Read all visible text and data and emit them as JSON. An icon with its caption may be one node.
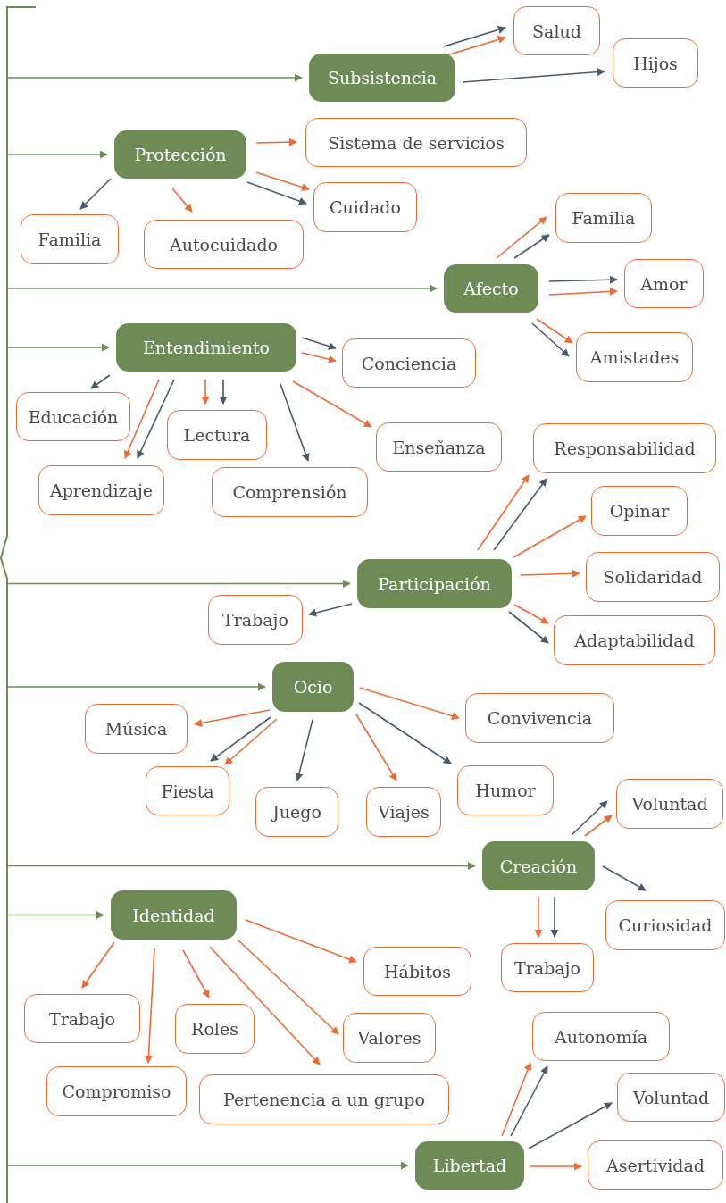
{
  "diagram": {
    "nodes": [
      {
        "text": [
          "Subsistencia"
        ]
      },
      {
        "text": [
          "Salud"
        ]
      },
      {
        "text": [
          "Hijos"
        ]
      },
      {
        "text": [
          "Protección"
        ]
      },
      {
        "text": [
          "Sistema de servicios"
        ]
      },
      {
        "text": [
          "Cuidado"
        ]
      },
      {
        "text": [
          "Familia"
        ]
      },
      {
        "text": [
          "Autocuidado"
        ]
      },
      {
        "text": [
          "Afecto"
        ]
      },
      {
        "text": [
          "Familia"
        ]
      },
      {
        "text": [
          "Amor"
        ]
      },
      {
        "text": [
          "Amistades"
        ]
      },
      {
        "text": [
          "Entendimiento"
        ]
      },
      {
        "text": [
          "Conciencia"
        ]
      },
      {
        "text": [
          "Educación"
        ]
      },
      {
        "text": [
          "Lectura"
        ]
      },
      {
        "text": [
          "Enseñanza"
        ]
      },
      {
        "text": [
          "Aprendizaje"
        ]
      },
      {
        "text": [
          "Comprensión"
        ]
      },
      {
        "text": [
          "Responsabilidad"
        ]
      },
      {
        "text": [
          "Opinar"
        ]
      },
      {
        "text": [
          "Participación"
        ]
      },
      {
        "text": [
          "Solidaridad"
        ]
      },
      {
        "text": [
          "Trabajo"
        ]
      },
      {
        "text": [
          "Adaptabilidad"
        ]
      },
      {
        "text": [
          "Ocio"
        ]
      },
      {
        "text": [
          "Convivencia"
        ]
      },
      {
        "text": [
          "Música"
        ]
      },
      {
        "text": [
          "Fiesta"
        ]
      },
      {
        "text": [
          "Juego"
        ]
      },
      {
        "text": [
          "Viajes"
        ]
      },
      {
        "text": [
          "Humor"
        ]
      },
      {
        "text": [
          "Voluntad"
        ]
      },
      {
        "text": [
          "Creación"
        ]
      },
      {
        "text": [
          "Curiosidad"
        ]
      },
      {
        "text": [
          "Identidad"
        ]
      },
      {
        "text": [
          "Trabajo"
        ]
      },
      {
        "text": [
          "Hábitos"
        ]
      },
      {
        "text": [
          "Trabajo"
        ]
      },
      {
        "text": [
          "Roles"
        ]
      },
      {
        "text": [
          "Valores"
        ]
      },
      {
        "text": [
          "Compromiso"
        ]
      },
      {
        "text": [
          "Pertenencia a un grupo"
        ]
      },
      {
        "text": [
          "Autonomía"
        ]
      },
      {
        "text": [
          "Voluntad"
        ]
      },
      {
        "text": [
          "Libertad"
        ]
      },
      {
        "text": [
          "Asertividad"
        ]
      }
    ],
    "edges": [
      {
        "from": null,
        "to": 0,
        "arrow": "to",
        "color": "#6e8b57"
      },
      {
        "from": null,
        "to": 3,
        "arrow": "to",
        "color": "#6e8b57"
      },
      {
        "from": null,
        "to": 8,
        "arrow": "to",
        "color": "#6e8b57"
      },
      {
        "from": null,
        "to": 12,
        "arrow": "to",
        "color": "#6e8b57"
      },
      {
        "from": null,
        "to": 21,
        "arrow": "to",
        "color": "#6e8b57"
      },
      {
        "from": null,
        "to": 25,
        "arrow": "to",
        "color": "#6e8b57"
      },
      {
        "from": null,
        "to": 33,
        "arrow": "to",
        "color": "#6e8b57"
      },
      {
        "from": null,
        "to": 35,
        "arrow": "to",
        "color": "#6e8b57"
      },
      {
        "from": null,
        "to": 45,
        "arrow": "to",
        "color": "#6e8b57"
      },
      {
        "from": 0,
        "to": 1,
        "arrow": "to",
        "color": "#4a5a6a"
      },
      {
        "from": 0,
        "to": 1,
        "arrow": "to"
      },
      {
        "from": 0,
        "to": 2,
        "arrow": "to",
        "color": "#4a5a6a"
      },
      {
        "from": 3,
        "to": 4,
        "arrow": "to"
      },
      {
        "from": 3,
        "to": 5,
        "arrow": "to"
      },
      {
        "from": 3,
        "to": 5,
        "arrow": "to",
        "color": "#4a5a6a"
      },
      {
        "from": 3,
        "to": 6,
        "arrow": "to",
        "color": "#4a5a6a"
      },
      {
        "from": 3,
        "to": 7,
        "arrow": "to"
      },
      {
        "from": 8,
        "to": 9,
        "arrow": "to"
      },
      {
        "from": 8,
        "to": 9,
        "arrow": "to",
        "color": "#4a5a6a"
      },
      {
        "from": 8,
        "to": 10,
        "arrow": "to",
        "color": "#4a5a6a"
      },
      {
        "from": 8,
        "to": 10,
        "arrow": "to"
      },
      {
        "from": 8,
        "to": 11,
        "arrow": "to"
      },
      {
        "from": 8,
        "to": 11,
        "arrow": "to",
        "color": "#4a5a6a"
      },
      {
        "from": 12,
        "to": 13,
        "arrow": "to",
        "color": "#4a5a6a"
      },
      {
        "from": 12,
        "to": 13,
        "arrow": "to"
      },
      {
        "from": 12,
        "to": 14,
        "arrow": "to",
        "color": "#4a5a6a"
      },
      {
        "from": 12,
        "to": 17,
        "arrow": "to"
      },
      {
        "from": 12,
        "to": 17,
        "arrow": "to",
        "color": "#4a5a6a"
      },
      {
        "from": 12,
        "to": 15,
        "arrow": "to"
      },
      {
        "from": 12,
        "to": 15,
        "arrow": "to",
        "color": "#4a5a6a"
      },
      {
        "from": 12,
        "to": 18,
        "arrow": "to",
        "color": "#4a5a6a"
      },
      {
        "from": 12,
        "to": 16,
        "arrow": "to"
      },
      {
        "from": 21,
        "to": 19,
        "arrow": "to"
      },
      {
        "from": 21,
        "to": 19,
        "arrow": "to",
        "color": "#4a5a6a"
      },
      {
        "from": 21,
        "to": 20,
        "arrow": "to"
      },
      {
        "from": 21,
        "to": 22,
        "arrow": "to"
      },
      {
        "from": 21,
        "to": 23,
        "arrow": "to",
        "color": "#4a5a6a"
      },
      {
        "from": 21,
        "to": 24,
        "arrow": "to"
      },
      {
        "from": 21,
        "to": 24,
        "arrow": "to",
        "color": "#4a5a6a"
      },
      {
        "from": 25,
        "to": 26,
        "arrow": "to"
      },
      {
        "from": 25,
        "to": 27,
        "arrow": "to"
      },
      {
        "from": 25,
        "to": 28,
        "arrow": "to",
        "color": "#4a5a6a"
      },
      {
        "from": 25,
        "to": 28,
        "arrow": "to"
      },
      {
        "from": 25,
        "to": 29,
        "arrow": "to",
        "color": "#4a5a6a"
      },
      {
        "from": 25,
        "to": 30,
        "arrow": "to"
      },
      {
        "from": 25,
        "to": 31,
        "arrow": "to",
        "color": "#4a5a6a"
      },
      {
        "from": 33,
        "to": 32,
        "arrow": "to",
        "color": "#4a5a6a"
      },
      {
        "from": 33,
        "to": 32,
        "arrow": "to"
      },
      {
        "from": 33,
        "to": 34,
        "arrow": "to",
        "color": "#4a5a6a"
      },
      {
        "from": 33,
        "to": 36,
        "arrow": "to"
      },
      {
        "from": 33,
        "to": 36,
        "arrow": "to",
        "color": "#4a5a6a"
      },
      {
        "from": 35,
        "to": 37,
        "arrow": "to"
      },
      {
        "from": 35,
        "to": 38,
        "arrow": "to"
      },
      {
        "from": 35,
        "to": 41,
        "arrow": "to"
      },
      {
        "from": 35,
        "to": 39,
        "arrow": "to"
      },
      {
        "from": 35,
        "to": 40,
        "arrow": "to"
      },
      {
        "from": 35,
        "to": 42,
        "arrow": "to"
      },
      {
        "from": 45,
        "to": 43,
        "arrow": "to"
      },
      {
        "from": 45,
        "to": 43,
        "arrow": "to",
        "color": "#4a5a6a"
      },
      {
        "from": 45,
        "to": 44,
        "arrow": "to",
        "color": "#4a5a6a"
      },
      {
        "from": 45,
        "to": 46,
        "arrow": "to"
      }
    ]
  }
}
